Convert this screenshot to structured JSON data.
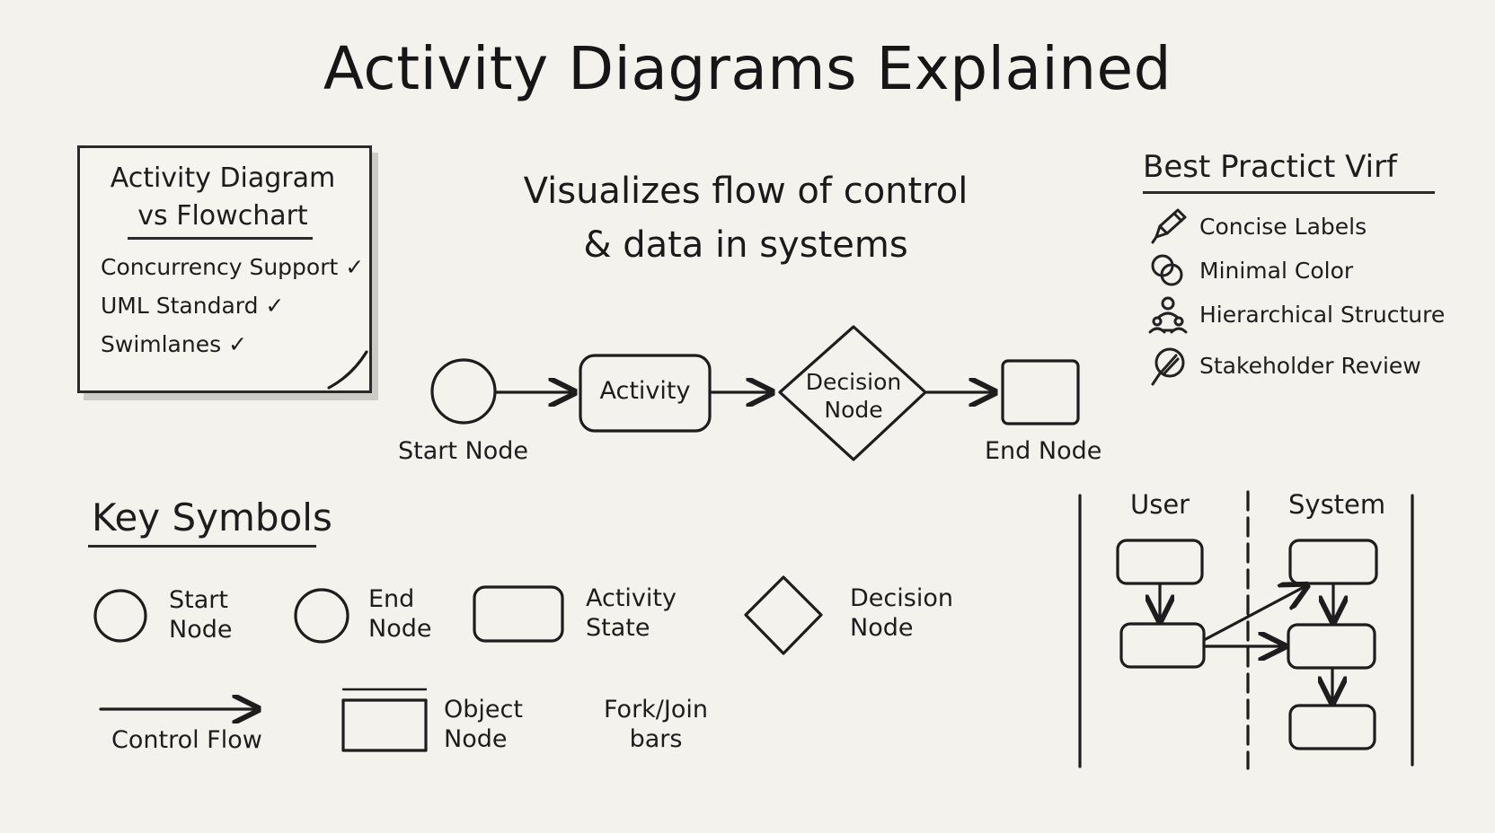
{
  "title": "Activity Diagrams Explained",
  "subtitle": [
    "Visualizes flow of control",
    "& data in systems"
  ],
  "comparison_note": {
    "title": [
      "Activity Diagram",
      "vs Flowchart"
    ],
    "items": [
      "Concurrency Support ✓",
      "UML Standard ✓",
      "Swimlanes ✓"
    ]
  },
  "best_practices": {
    "heading": "Best Practict Virf",
    "items": [
      {
        "label": "Concise Labels",
        "icon": "pencil-icon"
      },
      {
        "label": "Minimal Color",
        "icon": "color-circles-icon"
      },
      {
        "label": "Hierarchical Structure",
        "icon": "people-hierarchy-icon"
      },
      {
        "label": "Stakeholder Review",
        "icon": "review-pen-icon"
      }
    ]
  },
  "flow": {
    "start_label": "Start Node",
    "activity_label": "Activity",
    "decision_label": [
      "Decision",
      "Node"
    ],
    "end_label": "End Node"
  },
  "key_symbols": {
    "heading": "Key Symbols",
    "start": [
      "Start",
      "Node"
    ],
    "end": [
      "End",
      "Node"
    ],
    "activity_state": [
      "Activity",
      "State"
    ],
    "decision": [
      "Decision",
      "Node"
    ],
    "control_flow": "Control Flow",
    "object_node": [
      "Object",
      "Node"
    ],
    "fork_join": [
      "Fork/Join",
      "bars"
    ]
  },
  "swimlanes": {
    "lanes": [
      "User",
      "System"
    ]
  },
  "colors": {
    "ink": "#1d1d1d",
    "paper": "#f4f2ec"
  }
}
